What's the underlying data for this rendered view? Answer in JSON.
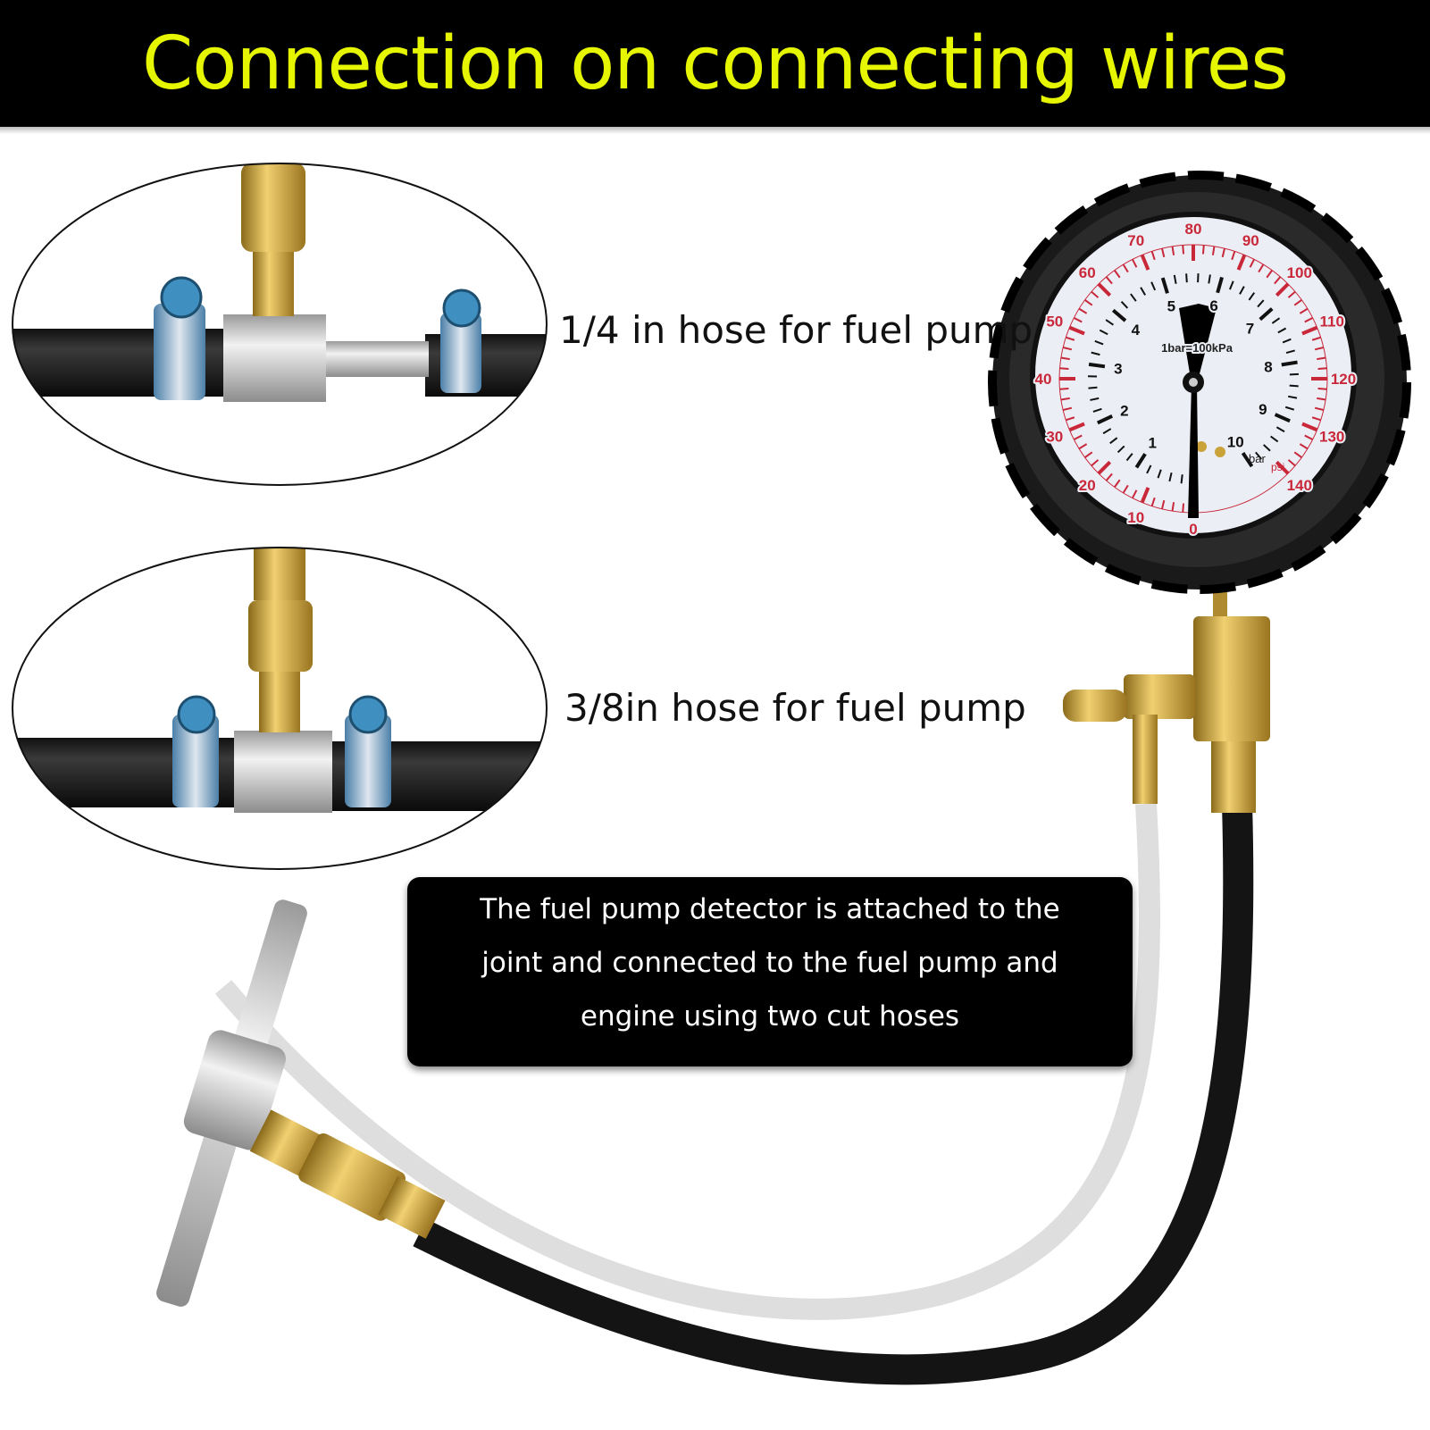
{
  "header": {
    "title": "Connection on connecting wires"
  },
  "labels": {
    "quarter_inch": "1/4 in hose for fuel pump",
    "three_eighth_inch": "3/8in hose for fuel pump"
  },
  "caption": {
    "lines": [
      "The fuel pump detector is attached to the",
      "joint and connected to the fuel pump and",
      "engine using two cut hoses"
    ]
  },
  "gauge": {
    "psi_labels": [
      "0",
      "10",
      "20",
      "30",
      "40",
      "50",
      "60",
      "70",
      "80",
      "90",
      "100",
      "110",
      "120",
      "130",
      "140"
    ],
    "bar_labels": [
      "1",
      "2",
      "3",
      "4",
      "5",
      "6",
      "7",
      "8",
      "9",
      "10"
    ],
    "conversion": "1bar=100kPa",
    "unit_bar": "bar",
    "unit_psi": "psi",
    "needle_psi": 0
  },
  "colors": {
    "title": "#e6f500",
    "psi_scale": "#c8283a",
    "brass": "#c9a23a"
  }
}
